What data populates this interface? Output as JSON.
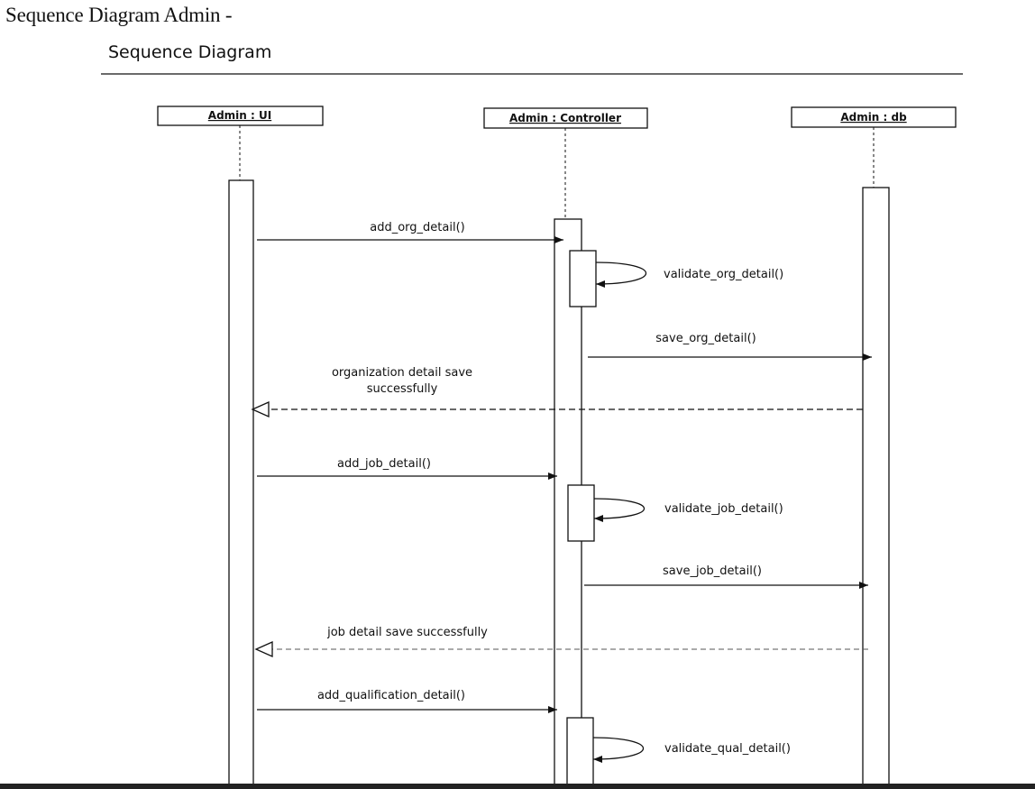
{
  "document": {
    "heading": "Sequence Diagram Admin -",
    "diagram_title": "Sequence Diagram"
  },
  "lifelines": [
    {
      "id": "ui",
      "label": "Admin : UI"
    },
    {
      "id": "controller",
      "label": "Admin : Controller"
    },
    {
      "id": "db",
      "label": "Admin : db"
    }
  ],
  "messages": [
    {
      "label": "add_org_detail()",
      "kind": "call",
      "from": "ui",
      "to": "controller"
    },
    {
      "label": "validate_org_detail()",
      "kind": "self",
      "from": "controller",
      "to": "controller"
    },
    {
      "label": "save_org_detail()",
      "kind": "call",
      "from": "controller",
      "to": "db"
    },
    {
      "label_lines": [
        "organization detail save",
        "successfully"
      ],
      "kind": "return",
      "from": "db",
      "to": "ui"
    },
    {
      "label": "add_job_detail()",
      "kind": "call",
      "from": "ui",
      "to": "controller"
    },
    {
      "label": "validate_job_detail()",
      "kind": "self",
      "from": "controller",
      "to": "controller"
    },
    {
      "label": "save_job_detail()",
      "kind": "call",
      "from": "controller",
      "to": "db"
    },
    {
      "label": "job detail save successfully",
      "kind": "return",
      "from": "db",
      "to": "ui"
    },
    {
      "label": "add_qualification_detail()",
      "kind": "call",
      "from": "ui",
      "to": "controller"
    },
    {
      "label": "validate_qual_detail()",
      "kind": "self",
      "from": "controller",
      "to": "controller"
    }
  ]
}
